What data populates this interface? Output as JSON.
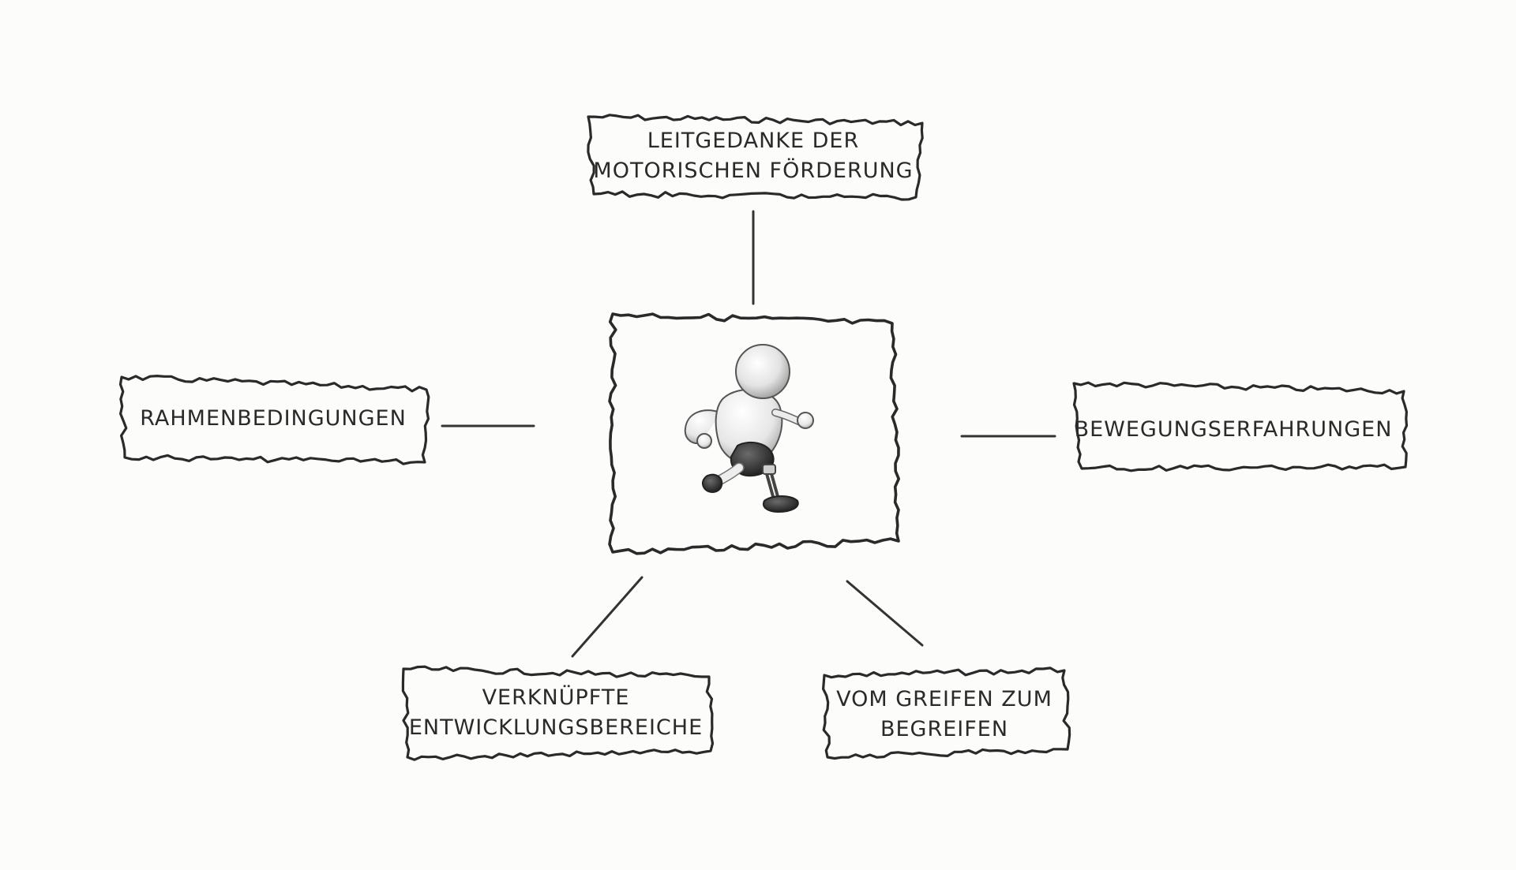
{
  "diagram": {
    "nodes": {
      "top": [
        "LEITGEDANKE DER",
        "MOTORISCHEN FÖRDERUNG"
      ],
      "left": [
        "RAHMENBEDINGUNGEN"
      ],
      "right": [
        "BEWEGUNGSERFAHRUNGEN"
      ],
      "bottom_left": [
        "VERKNÜPFTE",
        "ENTWICKLUNGSBEREICHE"
      ],
      "bottom_right": [
        "VOM GREIFEN ZUM",
        "BEGREIFEN"
      ]
    },
    "center_icon": "running-child-with-prosthetic-leg-icon",
    "colors": {
      "ink": "#2a2a2a",
      "paper": "#fcfcfb"
    }
  }
}
